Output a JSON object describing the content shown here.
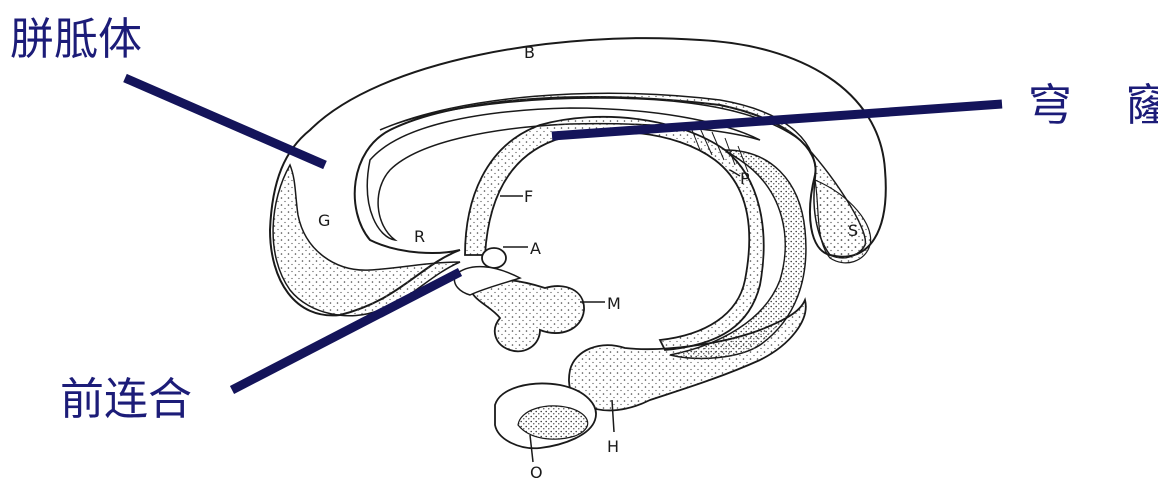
{
  "labels": {
    "corpus_callosum": "胼胝体",
    "fornix": "穹 窿",
    "anterior_commissure": "前连合"
  },
  "letters": {
    "B": "B",
    "G": "G",
    "R": "R",
    "S": "S",
    "F": "F",
    "A": "A",
    "M": "M",
    "P": "P",
    "H": "H",
    "O": "O"
  },
  "colors": {
    "label": "#1c1c78",
    "pointer": "#14145a",
    "outline": "#1a1a1a",
    "stipple": "#4a4a4a",
    "background": "#ffffff"
  }
}
